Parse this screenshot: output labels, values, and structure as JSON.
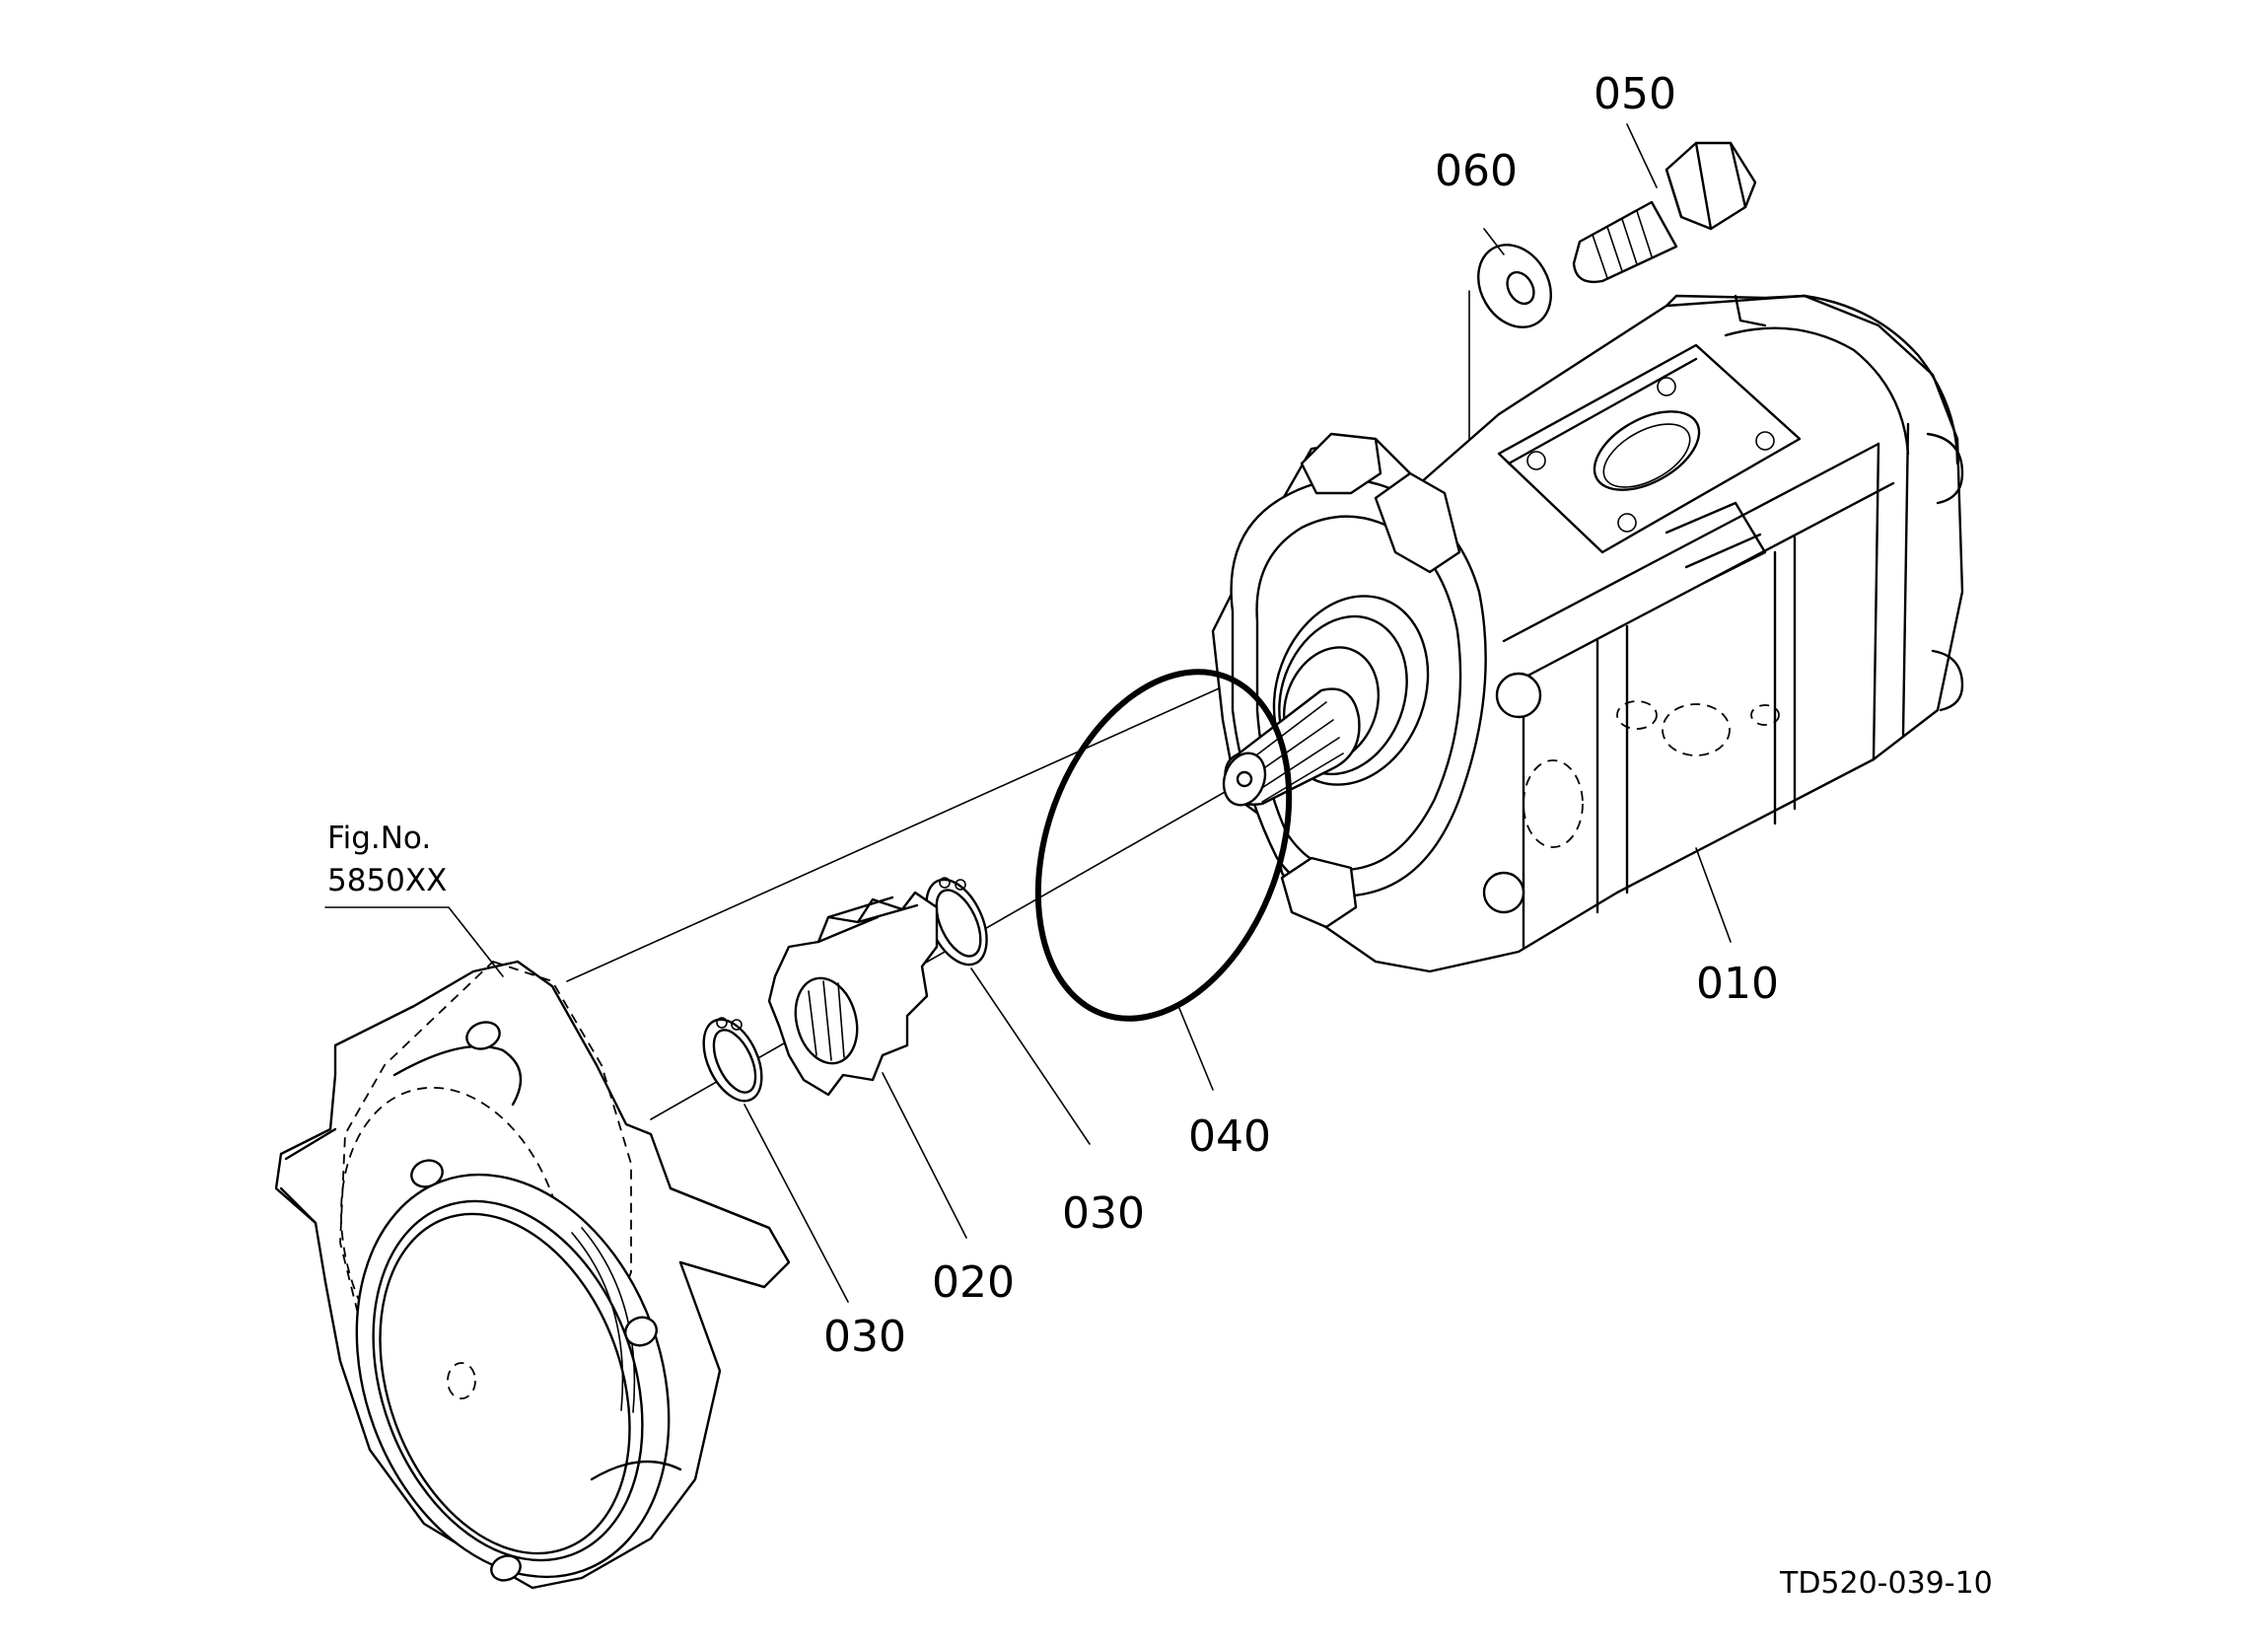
{
  "figure_reference": {
    "line1": "Fig.No.",
    "line2": "5850XX"
  },
  "drawing_code": "TD520-039-10",
  "callouts": {
    "p010": "010",
    "p020": "020",
    "p030a": "030",
    "p030b": "030",
    "p040": "040",
    "p050": "050",
    "p060": "060"
  }
}
